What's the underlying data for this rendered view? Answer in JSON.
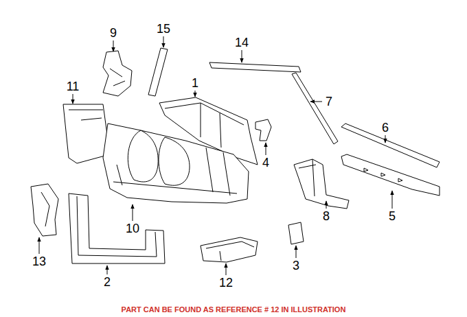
{
  "diagram": {
    "caption": "PART CAN BE FOUND AS REFERENCE # 12 IN ILLUSTRATION",
    "labels": [
      "9",
      "15",
      "14",
      "11",
      "1",
      "7",
      "6",
      "4",
      "10",
      "8",
      "5",
      "13",
      "2",
      "3",
      "12"
    ]
  }
}
